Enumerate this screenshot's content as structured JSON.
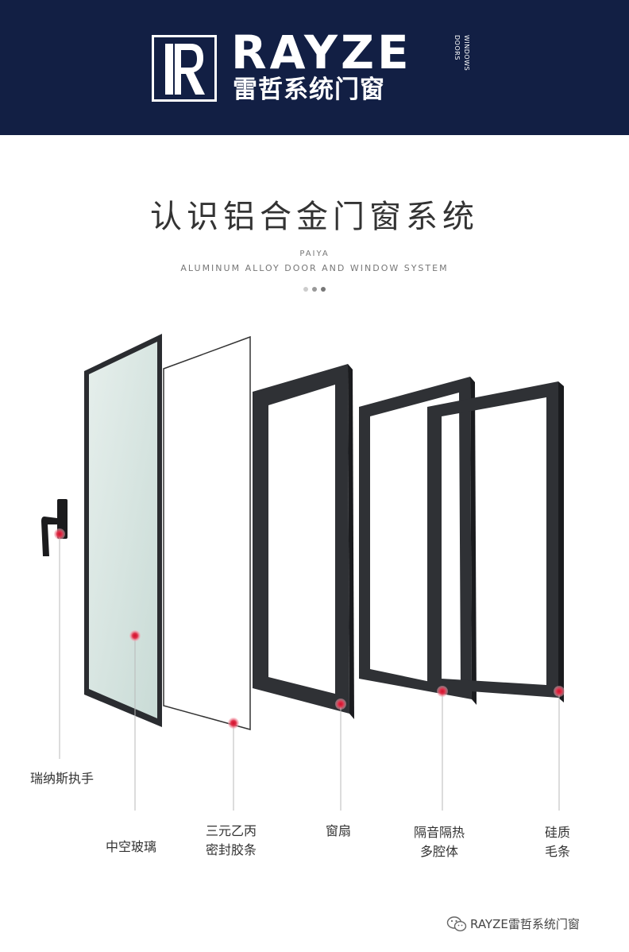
{
  "header": {
    "brand": "RAYZE",
    "brand_cn": "雷哲系统门窗",
    "side_label_1": "WINDOWS",
    "side_label_2": "DOORS",
    "logo_letter": "R",
    "background": "#121f44"
  },
  "title": "认识铝合金门窗系统",
  "subtitle_1": "PAIYA",
  "subtitle_2": "ALUMINUM ALLOY DOOR AND WINDOW SYSTEM",
  "components": [
    {
      "label": "瑞纳斯执手"
    },
    {
      "label": "中空玻璃"
    },
    {
      "label_line1": "三元乙丙",
      "label_line2": "密封胶条"
    },
    {
      "label": "窗扇"
    },
    {
      "label_line1": "隔音隔热",
      "label_line2": "多腔体"
    },
    {
      "label_line1": "硅质",
      "label_line2": "毛条"
    }
  ],
  "footer": {
    "text": "RAYZE雷哲系统门窗",
    "icon": "wechat-icon"
  },
  "colors": {
    "accent": "#c8102e",
    "frame": "#2a2c30",
    "glass": "#d6e4e0"
  }
}
